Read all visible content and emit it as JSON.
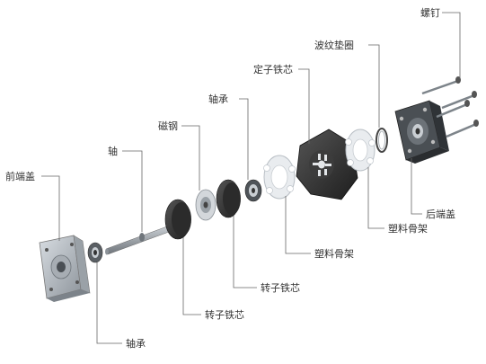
{
  "labels": {
    "front_cover": "前端盖",
    "shaft": "轴",
    "magnet_steel": "磁钢",
    "bearing_upper": "轴承",
    "stator_core": "定子铁芯",
    "wave_washer": "波纹垫圈",
    "screws": "螺钉",
    "rear_cover": "后端盖",
    "plastic_bobbin_right": "塑料骨架",
    "plastic_bobbin_mid": "塑料骨架",
    "rotor_core_mid": "转子铁芯",
    "rotor_core_low": "转子铁芯",
    "bearing_lower": "轴承"
  },
  "colors": {
    "background": "#ffffff",
    "label_text": "#333333",
    "leader_line": "#666666",
    "metal_light": "#b8bec4",
    "metal_dark": "#3a3a3a"
  }
}
